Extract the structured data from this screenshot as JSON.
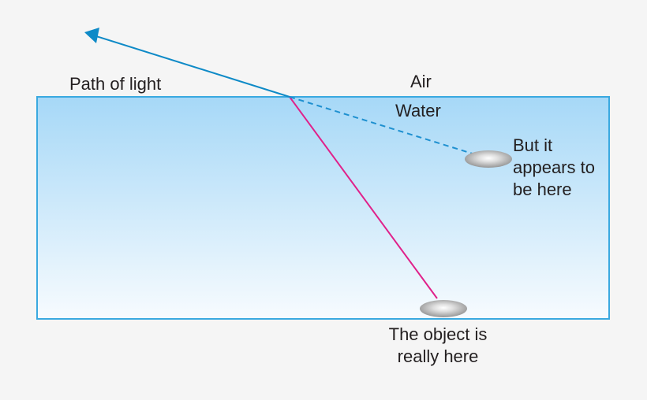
{
  "labels": {
    "path_of_light": "Path of light",
    "air": "Air",
    "water": "Water",
    "appears": [
      "But it",
      "appears to",
      "be here"
    ],
    "really": [
      "The object is",
      "really here"
    ]
  },
  "colors": {
    "background": "#f5f5f5",
    "water_top": "#a6d8f7",
    "water_bottom": "#f7fbfe",
    "tank_border": "#3aa9e0",
    "refracted_ray": "#0e8ac7",
    "dashed_ray": "#1e90d0",
    "true_ray": "#e0218a",
    "object": "#9a9a9a"
  }
}
